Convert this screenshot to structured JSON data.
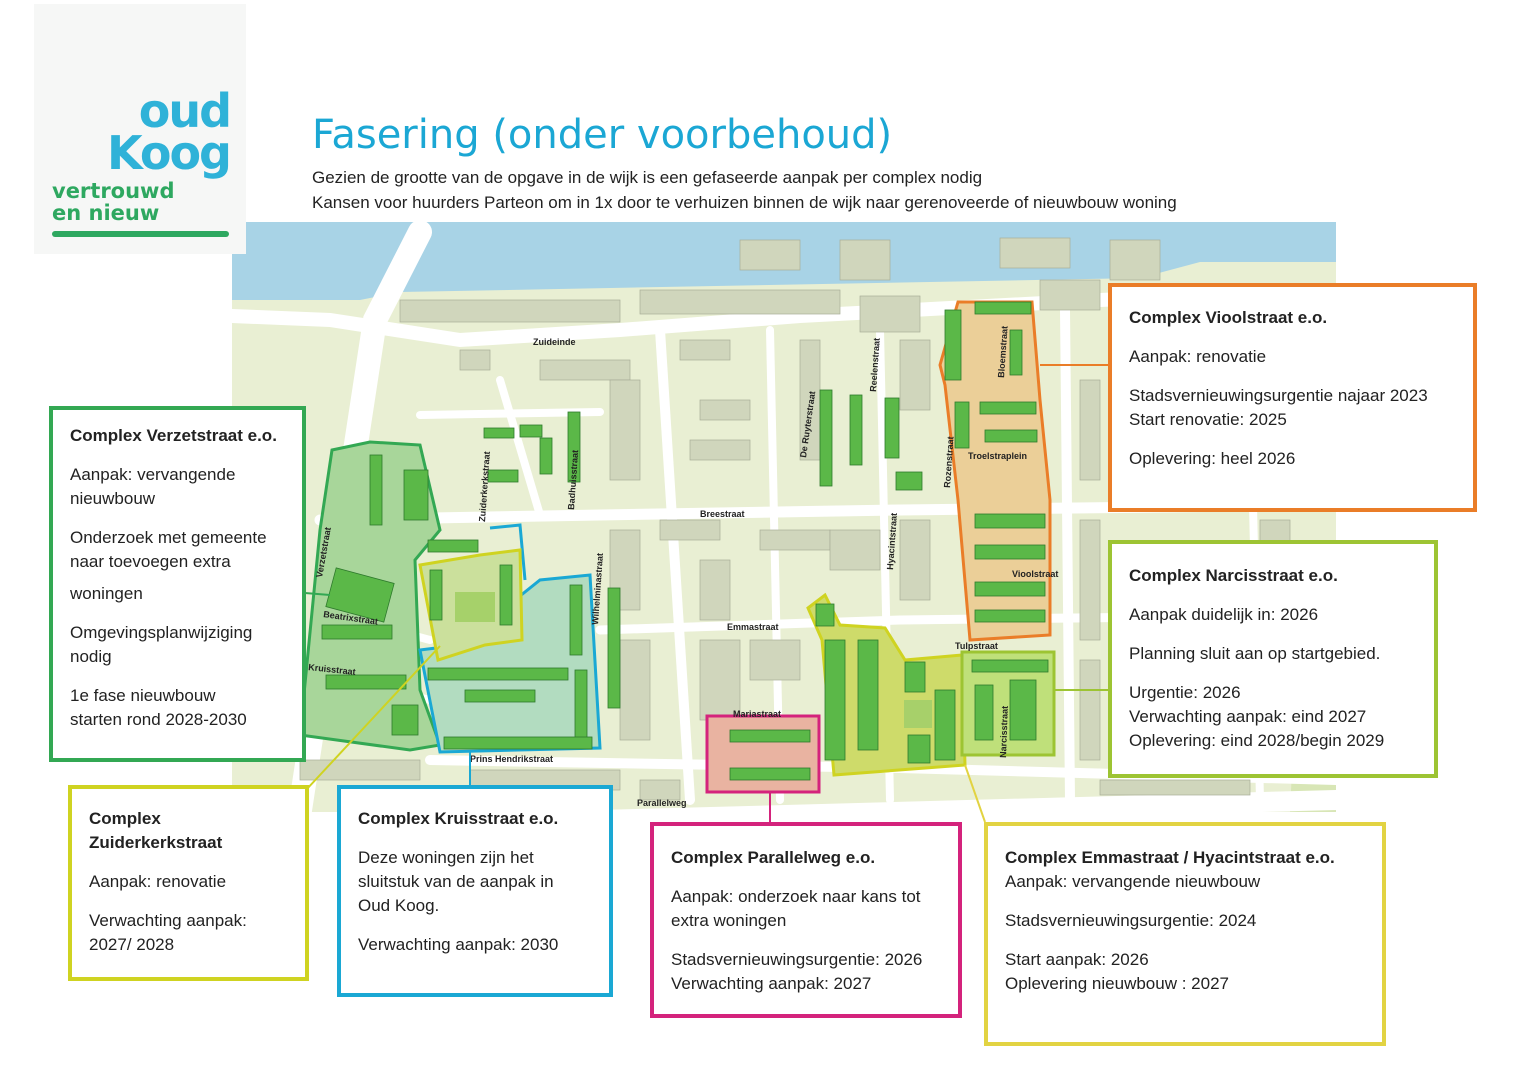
{
  "logo": {
    "line1": "oud",
    "line2": "Koog",
    "tag1": "vertrouwd",
    "tag2": "en nieuw"
  },
  "title": "Fasering (onder voorbehoud)",
  "subtitle1": "Gezien de grootte van de opgave in de wijk is een gefaseerde aanpak per complex nodig",
  "subtitle2": "Kansen voor huurders Parteon om in 1x door te verhuizen binnen de wijk naar gerenoveerde of nieuwbouw woning",
  "colors": {
    "verzet": "#33a853",
    "zuiderkerk": "#cfd321",
    "kruis": "#1aa8d4",
    "parallel": "#d4237c",
    "emma": "#e2d342",
    "narcis": "#9dc433",
    "viool": "#ea7d28",
    "water": "#a8d3e6",
    "land": "#e9efd3"
  },
  "streets": {
    "zuideinde": "Zuideinde",
    "breestraat": "Breestraat",
    "emmastraat": "Emmastraat",
    "mariastraat": "Mariastraat",
    "prinshendrik": "Prins Hendrikstraat",
    "parallelweg": "Parallelweg",
    "beatrix": "Beatrixstraat",
    "kruis": "Kruisstraat",
    "verzet": "Verzetstraat",
    "zuiderkerk": "Zuiderkerkstraat",
    "badhuis": "Badhuisstraat",
    "wilhelmina": "Wilhelminastraat",
    "ruyter": "De Ruyterstraat",
    "reelen": "Reelenstraat",
    "hyacint": "Hyacintstraat",
    "rozen": "Rozenstraat",
    "bloem": "Bloemstraat",
    "troelstra": "Troelstraplein",
    "viool": "Vioolstraat",
    "tulp": "Tulpstraat",
    "narcis": "Narcisstraat"
  },
  "boxes": {
    "verzet": {
      "title": "Complex Verzetstraat e.o.",
      "l1": "Aanpak: vervangende",
      "l2": "nieuwbouw",
      "l3": "Onderzoek met gemeente",
      "l4": "naar toevoegen extra",
      "l5": "woningen",
      "l6": "Omgevingsplanwijziging",
      "l7": "nodig",
      "l8": "1e fase nieuwbouw",
      "l9": "starten rond 2028-2030"
    },
    "zuiderkerk": {
      "title1": "Complex",
      "title2": "Zuiderkerkstraat",
      "l1": "Aanpak: renovatie",
      "l2": "Verwachting aanpak:",
      "l3": "2027/ 2028"
    },
    "kruis": {
      "title": "Complex Kruisstraat e.o.",
      "l1": "Deze woningen zijn het",
      "l2": "sluitstuk van de aanpak in",
      "l3": "Oud Koog.",
      "l4": "Verwachting aanpak: 2030"
    },
    "parallel": {
      "title": "Complex Parallelweg e.o.",
      "l1": "Aanpak: onderzoek naar kans tot",
      "l2": "extra woningen",
      "l3": "Stadsvernieuwingsurgentie: 2026",
      "l4": "Verwachting aanpak: 2027"
    },
    "emma": {
      "title": "Complex Emmastraat / Hyacintstraat e.o.",
      "l1": "Aanpak: vervangende nieuwbouw",
      "l2": "Stadsvernieuwingsurgentie: 2024",
      "l3": "Start aanpak: 2026",
      "l4": "Oplevering nieuwbouw : 2027"
    },
    "narcis": {
      "title": "Complex Narcisstraat e.o.",
      "l1": "Aanpak duidelijk in: 2026",
      "l2": "Planning sluit aan op startgebied.",
      "l3": "Urgentie: 2026",
      "l4": "Verwachting aanpak: eind 2027",
      "l5": "Oplevering: eind 2028/begin 2029"
    },
    "viool": {
      "title": "Complex Vioolstraat e.o.",
      "l1": "Aanpak: renovatie",
      "l2": "Stadsvernieuwingsurgentie najaar 2023",
      "l3": "Start renovatie: 2025",
      "l4": "Oplevering: heel 2026"
    }
  }
}
